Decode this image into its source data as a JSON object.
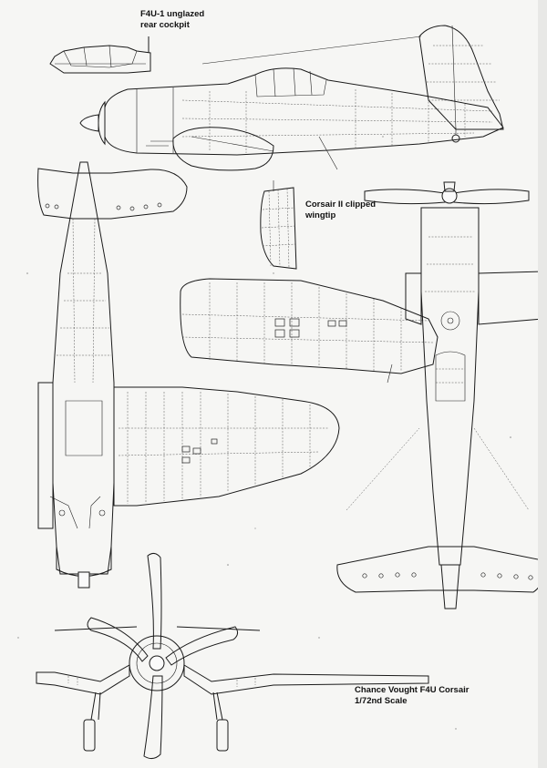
{
  "labels": {
    "rear_cockpit_line1": "F4U-1 unglazed",
    "rear_cockpit_line2": "rear cockpit",
    "clipped_line1": "Corsair II clipped",
    "clipped_line2": "wingtip",
    "title_line1": "Chance Vought F4U Corsair",
    "title_line2": "1/72nd Scale"
  },
  "views": [
    "side-view",
    "top-view",
    "bottom-view",
    "front-view",
    "rear-cockpit-inset",
    "clipped-wingtip-inset",
    "wing-underside-view"
  ]
}
